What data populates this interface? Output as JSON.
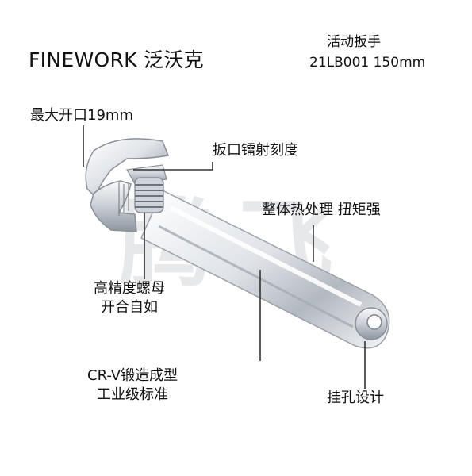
{
  "brand": {
    "title": "FINEWORK 泛沃克"
  },
  "model": {
    "name": "活动扳手",
    "code": "21LB001  150mm"
  },
  "watermark": {
    "char1": "腾",
    "char2": "飞"
  },
  "callouts": {
    "max_opening": "最大开口19mm",
    "jaw_scale": "扳口镭射刻度",
    "heat_treat": "整体热处理 扭矩强",
    "nut_line1": "高精度螺母",
    "nut_line2": "开合自如",
    "material_line1": "CR-V锻造成型",
    "material_line2": "工业级标准",
    "hang_hole": "挂孔设计"
  },
  "colors": {
    "callout_line": "#333333",
    "metal_light": "#f2f4f6",
    "metal_dark": "#8a9099"
  }
}
